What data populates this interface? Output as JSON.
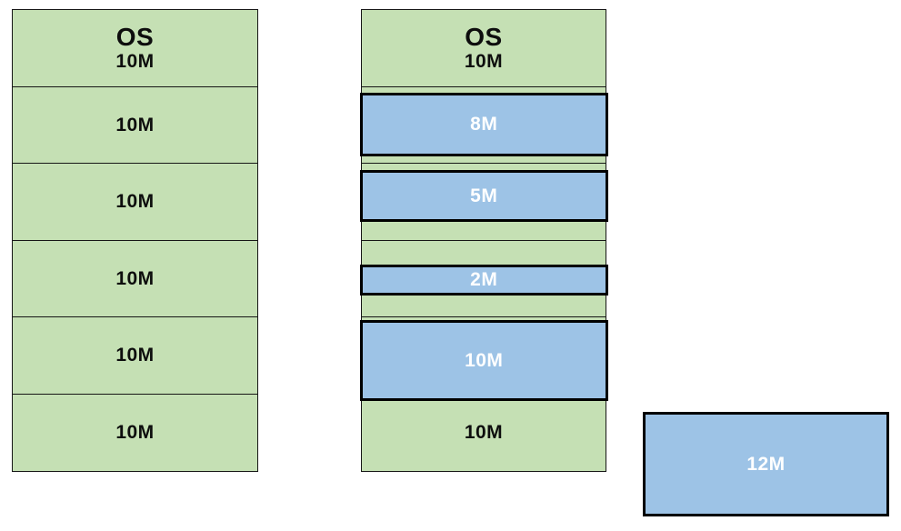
{
  "diagram": {
    "left_column": {
      "os_block": {
        "title": "OS",
        "size": "10M"
      },
      "partitions": [
        "10M",
        "10M",
        "10M",
        "10M",
        "10M"
      ]
    },
    "middle_column": {
      "os_block": {
        "title": "OS",
        "size": "10M"
      },
      "processes": [
        {
          "label": "8M"
        },
        {
          "label": "5M"
        },
        {
          "label": "2M"
        },
        {
          "label": "10M"
        }
      ],
      "free_partition_label": "10M"
    },
    "waiting_block": {
      "label": "12M"
    },
    "colors": {
      "partition_fill": "#c5e0b4",
      "process_fill": "#9dc3e6",
      "thin_border": "#161616",
      "thick_border": "#000000",
      "text_dark": "#0d0d0d",
      "text_light": "#ffffff"
    }
  }
}
